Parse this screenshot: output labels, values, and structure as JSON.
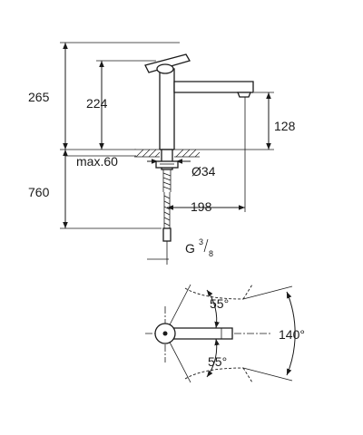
{
  "dimensions": {
    "overall_height": "265",
    "spout_height": "224",
    "outlet_height": "128",
    "max_deck": "max.60",
    "hole_diameter": "Ø34",
    "below_deck": "760",
    "spout_reach": "198",
    "connection_main": "G",
    "connection_sup": "3",
    "connection_sub": "8",
    "upper_angle": "55°",
    "lower_angle": "55°",
    "swivel_angle": "140°"
  }
}
